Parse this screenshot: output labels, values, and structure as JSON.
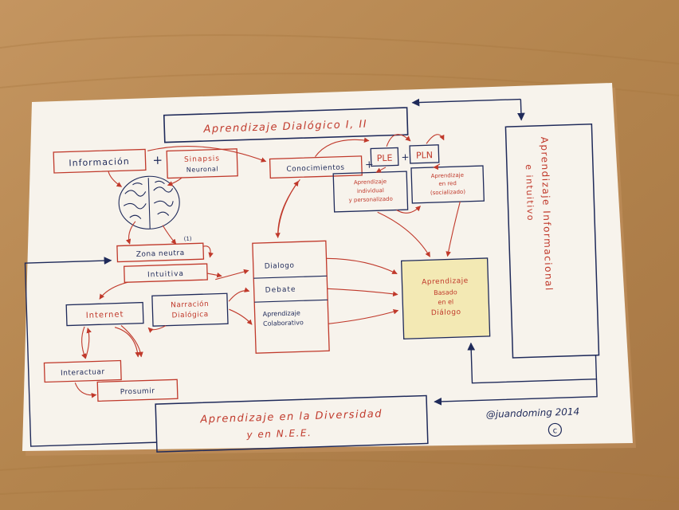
{
  "sketch": {
    "title": "Aprendizaje Dialógico I, II",
    "informacion": "Información",
    "plus": "+",
    "sinapsis_line1": "Sinapsis",
    "sinapsis_line2": "Neuronal",
    "conocimientos": "Conocimientos",
    "ple": "PLE",
    "pln": "PLN",
    "ple_desc_line1": "Aprendizaje",
    "ple_desc_line2": "individual",
    "ple_desc_line3": "y personalizado",
    "pln_desc_line1": "Aprendizaje",
    "pln_desc_line2": "en red",
    "pln_desc_line3": "(socializado)",
    "note_marker": "(1)",
    "zona_neutra": "Zona neutra",
    "intuitiva": "Intuitiva",
    "internet": "Internet",
    "narracion_line1": "Narración",
    "narracion_line2": "Dialógica",
    "dialogo": "Dialogo",
    "debate": "Debate",
    "aprendizaje_colab_line1": "Aprendizaje",
    "aprendizaje_colab_line2": "Colaborativo",
    "basado_line1": "Aprendizaje",
    "basado_line2": "Basado",
    "basado_line3": "en el",
    "basado_line4": "Diálogo",
    "informacional_line1": "Aprendizaje Informacional",
    "informacional_line2": "e intuitivo",
    "interactuar": "Interactuar",
    "prosumir": "Prosumir",
    "diversidad_line1": "Aprendizaje en la Diversidad",
    "diversidad_line2": "y en N.E.E.",
    "signature": "@juandoming 2014",
    "cc_symbol": "c"
  },
  "colors": {
    "table": "#b98a52",
    "paper": "#f7f3ec",
    "ink_red": "#c0392b",
    "ink_blue": "#1f2a5a",
    "highlight": "#f2e6a0"
  }
}
